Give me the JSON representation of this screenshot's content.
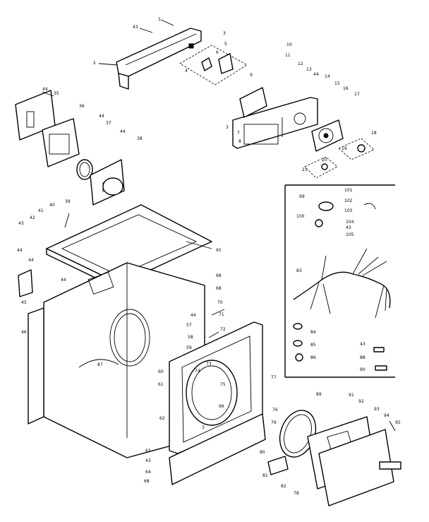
{
  "diagram": {
    "callouts": [
      {
        "id": "c1",
        "text": "1"
      },
      {
        "id": "c43t",
        "text": "43"
      },
      {
        "id": "c3",
        "text": "3"
      },
      {
        "id": "c2",
        "text": "2"
      },
      {
        "id": "c5a",
        "text": "5"
      },
      {
        "id": "c6",
        "text": "6"
      },
      {
        "id": "c4",
        "text": "4"
      },
      {
        "id": "c9",
        "text": "9"
      },
      {
        "id": "c10",
        "text": "10"
      },
      {
        "id": "c11",
        "text": "11"
      },
      {
        "id": "c12",
        "text": "12"
      },
      {
        "id": "c13",
        "text": "13"
      },
      {
        "id": "c44a",
        "text": "44"
      },
      {
        "id": "c14",
        "text": "14"
      },
      {
        "id": "c15",
        "text": "15"
      },
      {
        "id": "c16",
        "text": "16"
      },
      {
        "id": "c17",
        "text": "17"
      },
      {
        "id": "c18",
        "text": "18"
      },
      {
        "id": "c19",
        "text": "19"
      },
      {
        "id": "c20",
        "text": "20"
      },
      {
        "id": "c21",
        "text": "21"
      },
      {
        "id": "c3b",
        "text": "3"
      },
      {
        "id": "c7",
        "text": "7"
      },
      {
        "id": "c8",
        "text": "8"
      },
      {
        "id": "c44b",
        "text": "44"
      },
      {
        "id": "c35",
        "text": "35"
      },
      {
        "id": "c36",
        "text": "36"
      },
      {
        "id": "c44c",
        "text": "44"
      },
      {
        "id": "c37",
        "text": "37"
      },
      {
        "id": "c44d",
        "text": "44"
      },
      {
        "id": "c38",
        "text": "38"
      },
      {
        "id": "c39",
        "text": "39"
      },
      {
        "id": "c40",
        "text": "40"
      },
      {
        "id": "c41",
        "text": "41"
      },
      {
        "id": "c42",
        "text": "42"
      },
      {
        "id": "c43a",
        "text": "43"
      },
      {
        "id": "c44e",
        "text": "44"
      },
      {
        "id": "c44f",
        "text": "44"
      },
      {
        "id": "c44g",
        "text": "44"
      },
      {
        "id": "c45",
        "text": "45"
      },
      {
        "id": "c46",
        "text": "46"
      },
      {
        "id": "c65",
        "text": "65"
      },
      {
        "id": "c68a",
        "text": "68"
      },
      {
        "id": "c68b",
        "text": "68"
      },
      {
        "id": "c70",
        "text": "70"
      },
      {
        "id": "c71",
        "text": "71"
      },
      {
        "id": "c44h",
        "text": "44"
      },
      {
        "id": "c72",
        "text": "72"
      },
      {
        "id": "c57",
        "text": "57"
      },
      {
        "id": "c58",
        "text": "58"
      },
      {
        "id": "c59",
        "text": "59"
      },
      {
        "id": "c87",
        "text": "87"
      },
      {
        "id": "c60",
        "text": "60"
      },
      {
        "id": "c61",
        "text": "61"
      },
      {
        "id": "c62",
        "text": "62"
      },
      {
        "id": "c74",
        "text": "74"
      },
      {
        "id": "c73",
        "text": "73"
      },
      {
        "id": "c75",
        "text": "75"
      },
      {
        "id": "c96",
        "text": "96"
      },
      {
        "id": "c77",
        "text": "77"
      },
      {
        "id": "c63",
        "text": "63"
      },
      {
        "id": "c43b",
        "text": "43"
      },
      {
        "id": "c64",
        "text": "64"
      },
      {
        "id": "c68c",
        "text": "68"
      },
      {
        "id": "c3c",
        "text": "3"
      },
      {
        "id": "c76",
        "text": "76"
      },
      {
        "id": "c79",
        "text": "79"
      },
      {
        "id": "c80",
        "text": "80"
      },
      {
        "id": "c81",
        "text": "81"
      },
      {
        "id": "c82",
        "text": "82"
      },
      {
        "id": "c78",
        "text": "78"
      },
      {
        "id": "c89",
        "text": "89"
      },
      {
        "id": "c91",
        "text": "91"
      },
      {
        "id": "c92",
        "text": "92"
      },
      {
        "id": "c93",
        "text": "93"
      },
      {
        "id": "c94",
        "text": "94"
      },
      {
        "id": "c95",
        "text": "95"
      },
      {
        "id": "c99",
        "text": "99"
      },
      {
        "id": "c101",
        "text": "101"
      },
      {
        "id": "c102",
        "text": "102"
      },
      {
        "id": "c103",
        "text": "103"
      },
      {
        "id": "c100",
        "text": "100"
      },
      {
        "id": "c104",
        "text": "104"
      },
      {
        "id": "c43c",
        "text": "43"
      },
      {
        "id": "c105",
        "text": "105"
      },
      {
        "id": "c83",
        "text": "83"
      },
      {
        "id": "c84",
        "text": "84"
      },
      {
        "id": "c85",
        "text": "85"
      },
      {
        "id": "c86",
        "text": "86"
      },
      {
        "id": "c43d",
        "text": "43"
      },
      {
        "id": "c88",
        "text": "88"
      },
      {
        "id": "c90",
        "text": "90"
      }
    ]
  }
}
